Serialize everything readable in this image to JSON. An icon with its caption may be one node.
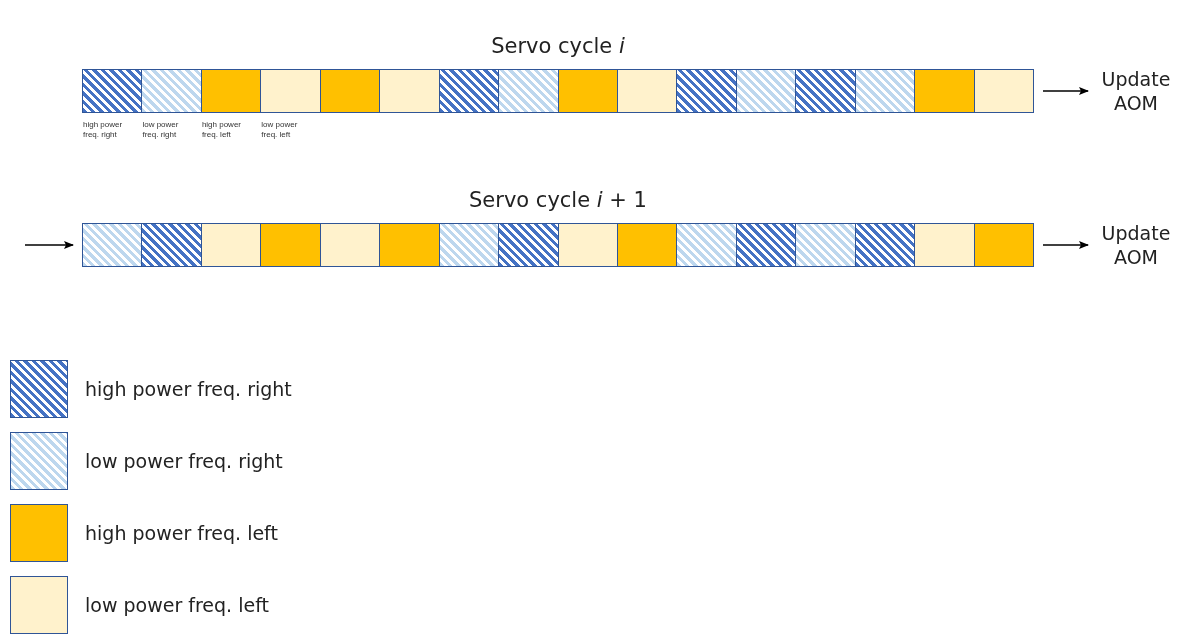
{
  "diagram": {
    "nodes": [
      {
        "text": [
          "Servo cycle *i*"
        ]
      },
      {
        "text": [],
        "shape": "box",
        "in": 0,
        "beside": [
          "high power freq. right"
        ]
      },
      {
        "text": [],
        "shape": "box",
        "in": 0,
        "beside": [
          "low power freq. right"
        ]
      },
      {
        "text": [],
        "shape": "box",
        "in": 0,
        "beside": [
          "high power freq. left"
        ]
      },
      {
        "text": [],
        "shape": "box",
        "in": 0,
        "beside": [
          "low power freq. left"
        ]
      },
      {
        "text": [],
        "shape": "box",
        "in": 0
      },
      {
        "text": [],
        "shape": "box",
        "in": 0
      },
      {
        "text": [],
        "shape": "box",
        "in": 0
      },
      {
        "text": [],
        "shape": "box",
        "in": 0
      },
      {
        "text": [],
        "shape": "box",
        "in": 0
      },
      {
        "text": [],
        "shape": "box",
        "in": 0
      },
      {
        "text": [],
        "shape": "box",
        "in": 0
      },
      {
        "text": [],
        "shape": "box",
        "in": 0
      },
      {
        "text": [],
        "shape": "box",
        "in": 0
      },
      {
        "text": [],
        "shape": "box",
        "in": 0
      },
      {
        "text": [],
        "shape": "box",
        "in": 0
      },
      {
        "text": [],
        "shape": "box",
        "in": 0
      },
      {
        "text": [
          "Update AOM"
        ]
      },
      {
        "text": [
          "Servo cycle *i* + 1"
        ]
      },
      {
        "text": [],
        "shape": "box",
        "in": 18
      },
      {
        "text": [],
        "shape": "box",
        "in": 18
      },
      {
        "text": [],
        "shape": "box",
        "in": 18
      },
      {
        "text": [],
        "shape": "box",
        "in": 18
      },
      {
        "text": [],
        "shape": "box",
        "in": 18
      },
      {
        "text": [],
        "shape": "box",
        "in": 18
      },
      {
        "text": [],
        "shape": "box",
        "in": 18
      },
      {
        "text": [],
        "shape": "box",
        "in": 18
      },
      {
        "text": [],
        "shape": "box",
        "in": 18
      },
      {
        "text": [],
        "shape": "box",
        "in": 18
      },
      {
        "text": [],
        "shape": "box",
        "in": 18
      },
      {
        "text": [],
        "shape": "box",
        "in": 18
      },
      {
        "text": [],
        "shape": "box",
        "in": 18
      },
      {
        "text": [],
        "shape": "box",
        "in": 18
      },
      {
        "text": [],
        "shape": "box",
        "in": 18
      },
      {
        "text": [],
        "shape": "box",
        "in": 18
      },
      {
        "text": [
          "Update AOM"
        ]
      }
    ],
    "edges": [
      {
        "from": 0,
        "to": 17,
        "arrow": "to"
      },
      {
        "from": null,
        "to": 18,
        "arrow": "to"
      },
      {
        "from": 18,
        "to": 35,
        "arrow": "to"
      }
    ],
    "legend": [
      {
        "text": "high power freq. right"
      },
      {
        "text": "low power freq. right"
      },
      {
        "text": "high power freq. left",
        "color": "#ffc000"
      },
      {
        "text": "low power freq. left",
        "color": "#fff2cc"
      }
    ]
  }
}
